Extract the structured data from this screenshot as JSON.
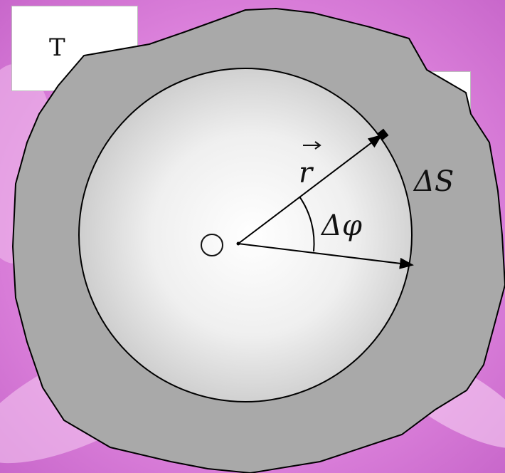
{
  "label_box": {
    "text": "T"
  },
  "diagram": {
    "center_label": "O",
    "radius_vector_label": "r",
    "angle_label": "Δφ",
    "arc_label": "ΔS"
  },
  "colors": {
    "body_outer": "#a9a9a9",
    "body_edge": "#000000",
    "inner_disk_center": "#ffffff",
    "background": "#e27fe0"
  }
}
